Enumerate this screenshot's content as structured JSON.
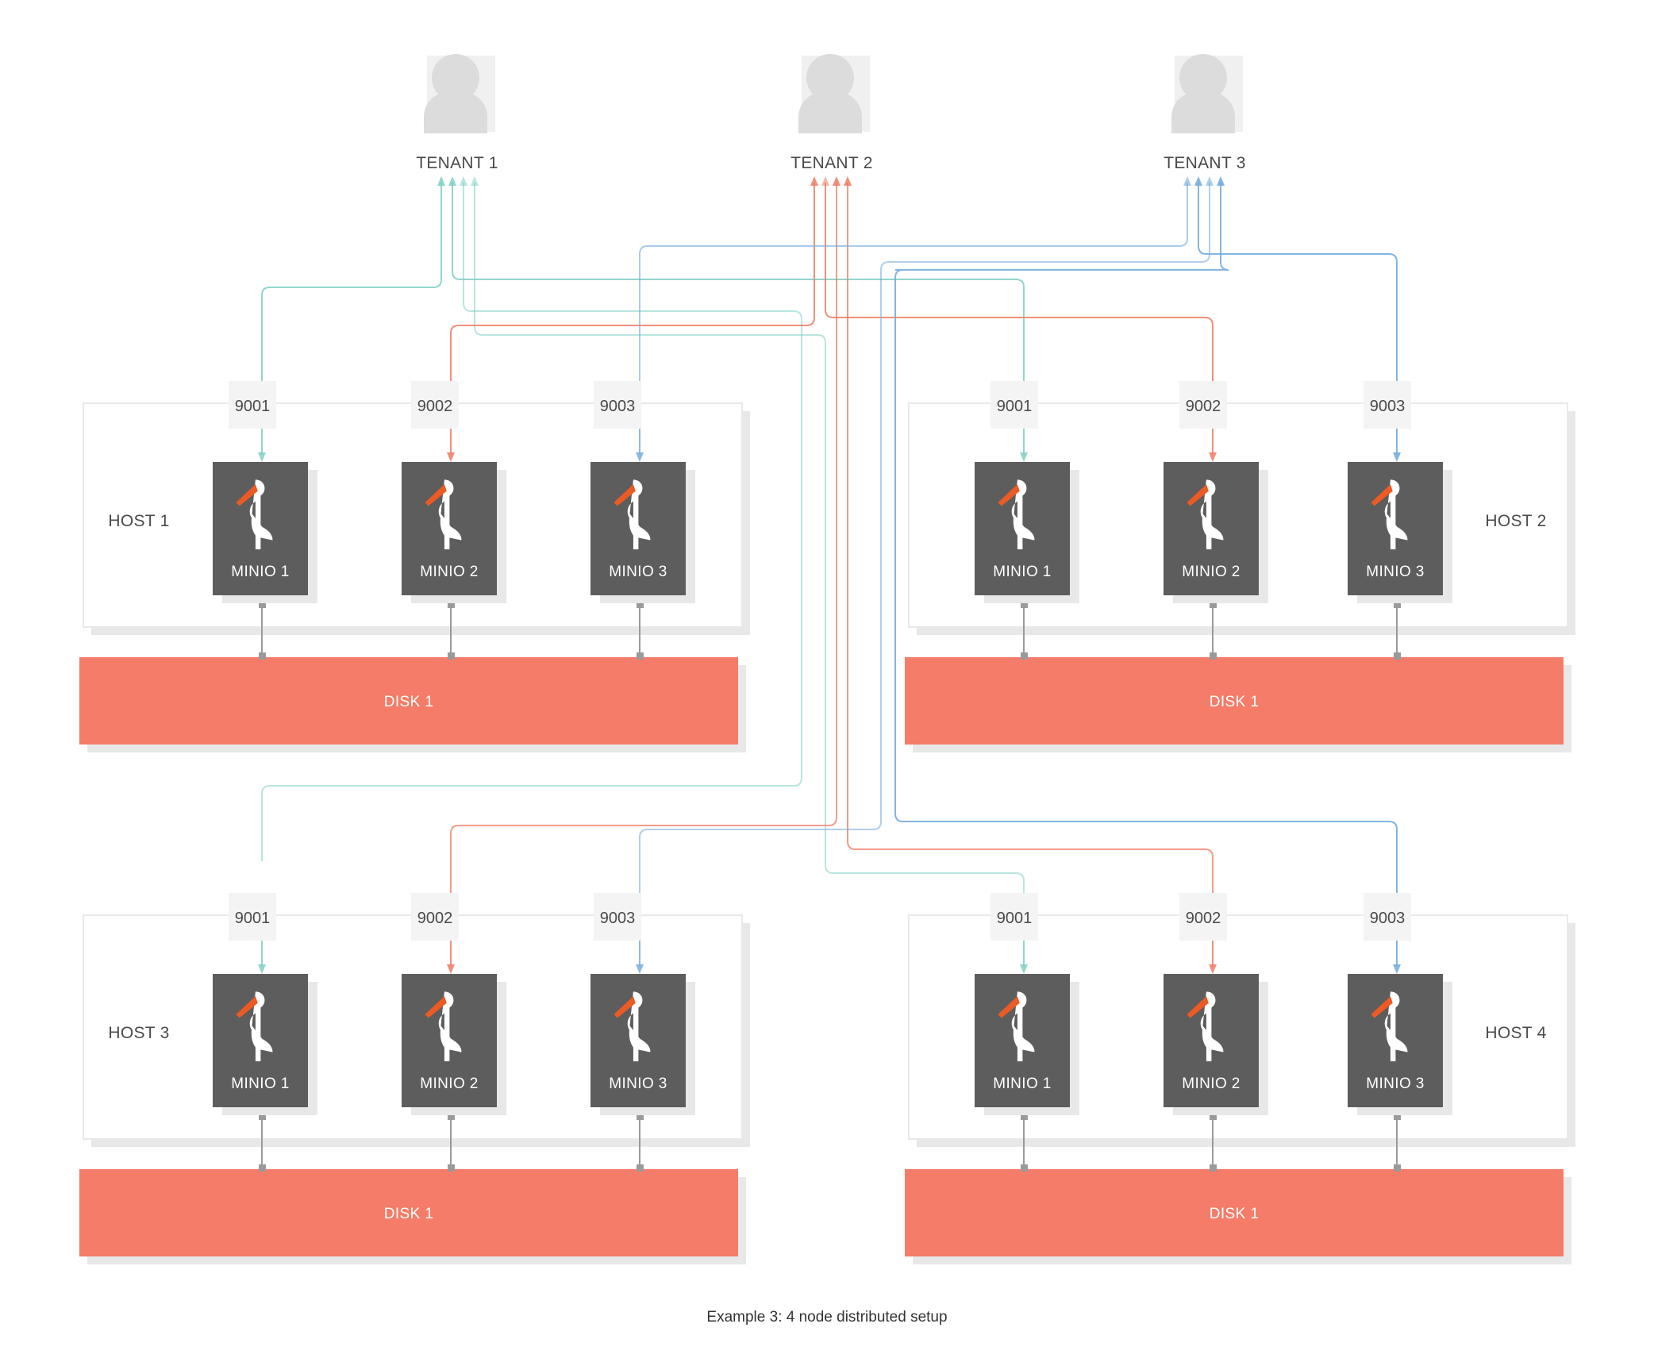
{
  "caption": "Example 3: 4 node distributed setup",
  "colors": {
    "tenant1": "#7fcfc4",
    "tenant2": "#ef7b62",
    "tenant3": "#6fa8dc",
    "disk": "#f47c68",
    "minio_box": "#5d5d5d",
    "minio_beak": "#ec5b23",
    "port_box": "#f4f4f4",
    "card_border": "#e9e9e9",
    "shadow": "#e8e8e8",
    "person": "#dcdcdc",
    "text_dark": "#4a4a4a",
    "disk_line": "#9a9a9a"
  },
  "tenants": [
    {
      "label": "TENANT 1",
      "icon": "person-icon",
      "color_key": "tenant1",
      "arrow_count": 4
    },
    {
      "label": "TENANT 2",
      "icon": "person-icon",
      "color_key": "tenant2",
      "arrow_count": 4
    },
    {
      "label": "TENANT 3",
      "icon": "person-icon",
      "color_key": "tenant3",
      "arrow_count": 4
    }
  ],
  "hosts": [
    {
      "label": "HOST 1",
      "label_side": "left",
      "disk": {
        "label": "DISK 1"
      },
      "nodes": [
        {
          "port": "9001",
          "name": "MINIO 1",
          "icon": "minio-stork-icon",
          "tenant": "TENANT 1",
          "color_key": "tenant1"
        },
        {
          "port": "9002",
          "name": "MINIO 2",
          "icon": "minio-stork-icon",
          "tenant": "TENANT 2",
          "color_key": "tenant2"
        },
        {
          "port": "9003",
          "name": "MINIO 3",
          "icon": "minio-stork-icon",
          "tenant": "TENANT 3",
          "color_key": "tenant3"
        }
      ]
    },
    {
      "label": "HOST 2",
      "label_side": "right",
      "disk": {
        "label": "DISK 1"
      },
      "nodes": [
        {
          "port": "9001",
          "name": "MINIO 1",
          "icon": "minio-stork-icon",
          "tenant": "TENANT 1",
          "color_key": "tenant1"
        },
        {
          "port": "9002",
          "name": "MINIO 2",
          "icon": "minio-stork-icon",
          "tenant": "TENANT 2",
          "color_key": "tenant2"
        },
        {
          "port": "9003",
          "name": "MINIO 3",
          "icon": "minio-stork-icon",
          "tenant": "TENANT 3",
          "color_key": "tenant3"
        }
      ]
    },
    {
      "label": "HOST 3",
      "label_side": "left",
      "disk": {
        "label": "DISK 1"
      },
      "nodes": [
        {
          "port": "9001",
          "name": "MINIO 1",
          "icon": "minio-stork-icon",
          "tenant": "TENANT 1",
          "color_key": "tenant1"
        },
        {
          "port": "9002",
          "name": "MINIO 2",
          "icon": "minio-stork-icon",
          "tenant": "TENANT 2",
          "color_key": "tenant2"
        },
        {
          "port": "9003",
          "name": "MINIO 3",
          "icon": "minio-stork-icon",
          "tenant": "TENANT 3",
          "color_key": "tenant3"
        }
      ]
    },
    {
      "label": "HOST 4",
      "label_side": "right",
      "disk": {
        "label": "DISK 1"
      },
      "nodes": [
        {
          "port": "9001",
          "name": "MINIO 1",
          "icon": "minio-stork-icon",
          "tenant": "TENANT 1",
          "color_key": "tenant1"
        },
        {
          "port": "9002",
          "name": "MINIO 2",
          "icon": "minio-stork-icon",
          "tenant": "TENANT 2",
          "color_key": "tenant2"
        },
        {
          "port": "9003",
          "name": "MINIO 3",
          "icon": "minio-stork-icon",
          "tenant": "TENANT 3",
          "color_key": "tenant3"
        }
      ]
    }
  ],
  "connections": [
    {
      "from": "TENANT 1",
      "to": "HOST 1 / MINIO 1 / 9001"
    },
    {
      "from": "TENANT 1",
      "to": "HOST 2 / MINIO 1 / 9001"
    },
    {
      "from": "TENANT 1",
      "to": "HOST 3 / MINIO 1 / 9001"
    },
    {
      "from": "TENANT 1",
      "to": "HOST 4 / MINIO 1 / 9001"
    },
    {
      "from": "TENANT 2",
      "to": "HOST 1 / MINIO 2 / 9002"
    },
    {
      "from": "TENANT 2",
      "to": "HOST 2 / MINIO 2 / 9002"
    },
    {
      "from": "TENANT 2",
      "to": "HOST 3 / MINIO 2 / 9002"
    },
    {
      "from": "TENANT 2",
      "to": "HOST 4 / MINIO 2 / 9002"
    },
    {
      "from": "TENANT 3",
      "to": "HOST 1 / MINIO 3 / 9003"
    },
    {
      "from": "TENANT 3",
      "to": "HOST 2 / MINIO 3 / 9003"
    },
    {
      "from": "TENANT 3",
      "to": "HOST 3 / MINIO 3 / 9003"
    },
    {
      "from": "TENANT 3",
      "to": "HOST 4 / MINIO 3 / 9003"
    }
  ]
}
